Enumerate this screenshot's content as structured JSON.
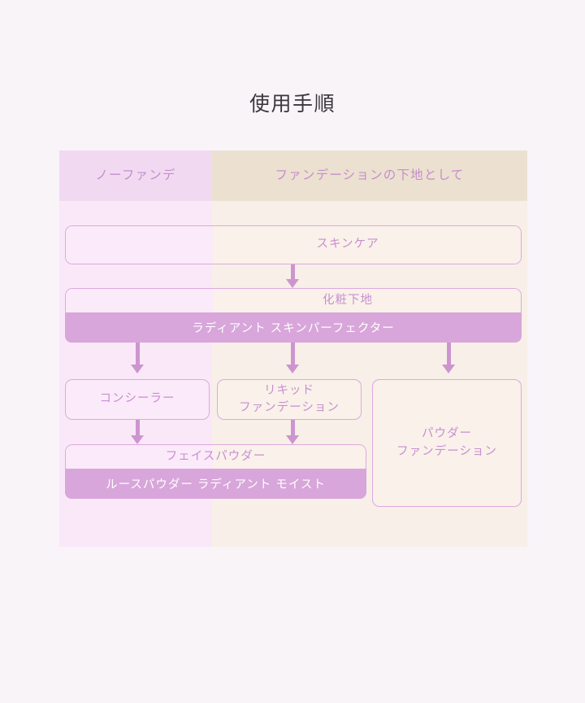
{
  "title": "使用手順",
  "colors": {
    "page_background": "#f8f4f8",
    "title_text": "#3b373d",
    "left_column_header": "#f2d9f2",
    "left_column_body": "#fae8f8",
    "right_column_header": "#ece0d0",
    "right_column_body": "#f8efe8",
    "accent_purple": "#d8a6da",
    "arrow_purple": "#cd95cf",
    "box_border": "#dda9dd",
    "label_text": "#c88fd0",
    "product_text": "#ffffff"
  },
  "columns": [
    {
      "name": "no-foundation",
      "label": "ノーファンデ"
    },
    {
      "name": "foundation-base",
      "label": "ファンデーションの下地として"
    }
  ],
  "steps": {
    "skincare": {
      "label": "スキンケア"
    },
    "makeup_base": {
      "label": "化粧下地",
      "product": "ラディアント スキンパーフェクター"
    },
    "concealer": {
      "label": "コンシーラー"
    },
    "liquid_foundation": {
      "label_line1": "リキッド",
      "label_line2": "ファンデーション"
    },
    "powder_foundation": {
      "label_line1": "パウダー",
      "label_line2": "ファンデーション"
    },
    "face_powder": {
      "label": "フェイスパウダー",
      "product": "ルースパウダー ラディアント モイスト"
    }
  }
}
